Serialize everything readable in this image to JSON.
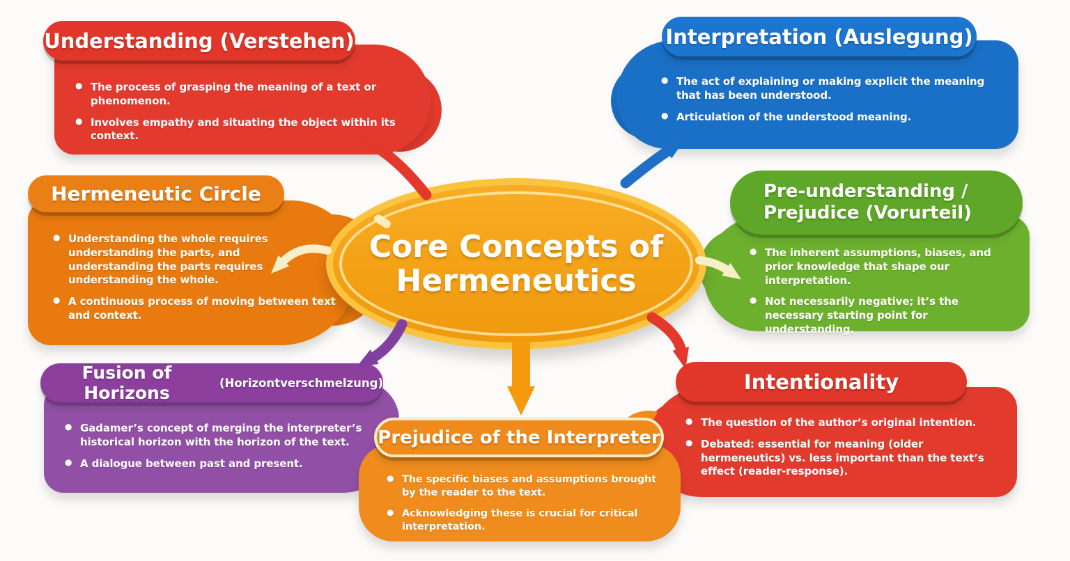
{
  "center": {
    "title": "Core Concepts of Hermeneutics",
    "fill_color": "#f3a014",
    "ring_color": "#fbc440",
    "text_color": "#ffffff"
  },
  "nodes": [
    {
      "id": "understanding",
      "title": "Understanding (Verstehen)",
      "color": "#e23b2e",
      "position": "top-left",
      "bullets": [
        "The process of grasping the meaning of a text or phenomenon.",
        "Involves empathy and situating the object within its context."
      ]
    },
    {
      "id": "interpretation",
      "title": "Interpretation (Auslegung)",
      "color": "#1a70c6",
      "position": "top-right",
      "bullets": [
        "The act of explaining or making explicit the meaning that has been understood.",
        "Articulation of the understood meaning."
      ]
    },
    {
      "id": "hermeneutic-circle",
      "title": "Hermeneutic Circle",
      "color": "#e87a0f",
      "position": "middle-left",
      "bullets": [
        "Understanding the whole requires understanding the parts, and understanding the parts requires understanding the whole.",
        "A continuous process of moving between text and context."
      ]
    },
    {
      "id": "pre-understanding",
      "title": "Pre-understanding / Prejudice (Vorurteil)",
      "color": "#6db02e",
      "position": "middle-right",
      "bullets": [
        "The inherent assumptions, biases, and prior knowledge that shape our interpretation.",
        "Not necessarily negative; it’s the necessary starting point for understanding."
      ]
    },
    {
      "id": "fusion-of-horizons",
      "title": "Fusion of Horizons",
      "subtitle": "(Horizontverschmelzung)",
      "color": "#9150a5",
      "position": "bottom-left",
      "bullets": [
        "Gadamer’s concept of merging the interpreter’s historical horizon with the horizon of the text.",
        "A dialogue between past and present."
      ]
    },
    {
      "id": "intentionality",
      "title": "Intentionality",
      "color": "#e23b2e",
      "position": "bottom-right",
      "bullets": [
        "The question of the author’s original intention.",
        "Debated: essential for meaning (older hermeneutics) vs. less important than the text’s effect (reader-response)."
      ]
    },
    {
      "id": "prejudice-of-the-interpreter",
      "title": "Prejudice of the Interpreter",
      "color": "#ef8c1d",
      "position": "bottom-center",
      "bullets": [
        "The specific biases and assumptions brought by the reader to the text.",
        "Acknowledging these is crucial for critical interpretation."
      ]
    }
  ],
  "arrows": [
    {
      "name": "center-to-understanding",
      "color": "#e2392c"
    },
    {
      "name": "center-to-interpretation",
      "color": "#1f6fc6"
    },
    {
      "name": "center-to-hermeneutic-circle",
      "color": "#f7efc7"
    },
    {
      "name": "center-to-pre-understanding",
      "color": "#f7efc7"
    },
    {
      "name": "center-to-fusion-of-horizons",
      "color": "#8040a0"
    },
    {
      "name": "center-to-prejudice-of-the-interpreter",
      "color": "#f5990d"
    },
    {
      "name": "center-to-intentionality",
      "color": "#e2392c"
    }
  ]
}
